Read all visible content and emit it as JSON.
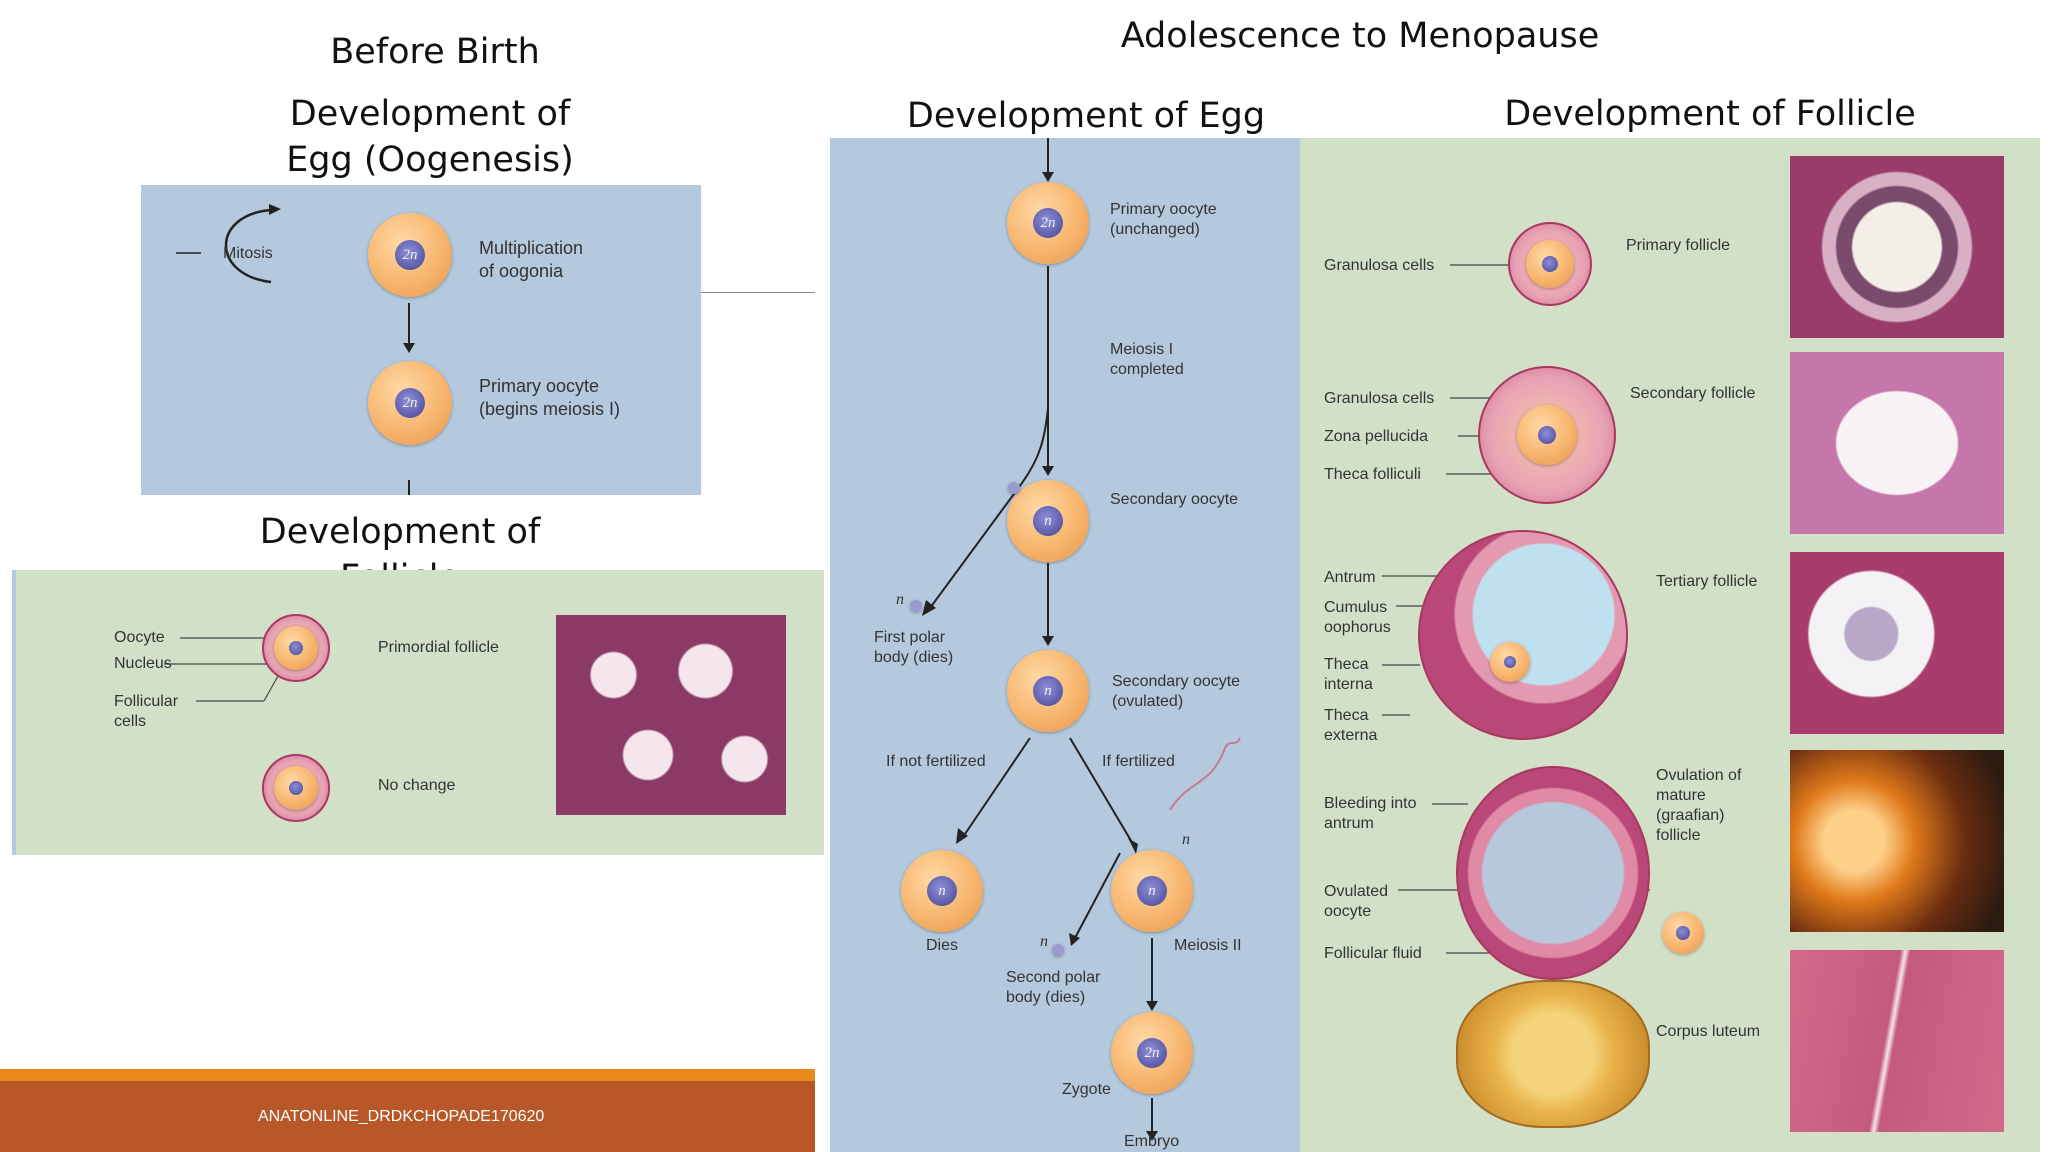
{
  "headings": {
    "before_birth": "Before Birth",
    "adolescence": "Adolescence to Menopause",
    "left_oogenesis": "Development of\nEgg (Oogenesis)",
    "left_follicle": "Development of Follicle",
    "right_oogenesis": "Development of Egg (Oogenesis)",
    "right_follicle": "Development of Follicle"
  },
  "left_oogenesis_panel": {
    "mitosis": "Mitosis",
    "cell1_ploidy": "2n",
    "cell1_label": "Multiplication\nof oogonia",
    "cell2_ploidy": "2n",
    "cell2_label": "Primary oocyte\n(begins meiosis I)"
  },
  "left_follicle_panel": {
    "oocyte": "Oocyte",
    "nucleus": "Nucleus",
    "follicular_cells": "Follicular\ncells",
    "primordial_follicle": "Primordial follicle",
    "no_change": "No change"
  },
  "right_oogenesis_panel": {
    "primary_oocyte_ploidy": "2n",
    "primary_oocyte": "Primary oocyte\n(unchanged)",
    "meiosis1": "Meiosis I\ncompleted",
    "secondary_oocyte_ploidy": "n",
    "secondary_oocyte": "Secondary oocyte",
    "first_polar_n": "n",
    "first_polar": "First polar\nbody (dies)",
    "ovulated_ploidy": "n",
    "secondary_ovulated": "Secondary oocyte\n(ovulated)",
    "if_not_fertilized": "If not fertilized",
    "if_fertilized": "If fertilized",
    "dies_ploidy": "n",
    "dies": "Dies",
    "sperm_n": "n",
    "fert_ploidy": "n",
    "second_polar_n": "n",
    "second_polar": "Second polar\nbody (dies)",
    "meiosis2": "Meiosis II",
    "zygote_ploidy": "2n",
    "zygote": "Zygote",
    "embryo": "Embryo"
  },
  "right_follicle_panel": {
    "granulosa1": "Granulosa cells",
    "primary_follicle": "Primary follicle",
    "granulosa2": "Granulosa cells",
    "zona": "Zona pellucida",
    "theca_folliculi": "Theca folliculi",
    "secondary_follicle": "Secondary follicle",
    "antrum": "Antrum",
    "cumulus": "Cumulus\noophorus",
    "theca_interna": "Theca\ninterna",
    "theca_externa": "Theca\nexterna",
    "tertiary_follicle": "Tertiary follicle",
    "bleeding": "Bleeding into\nantrum",
    "ovulated_oocyte": "Ovulated\noocyte",
    "follicular_fluid": "Follicular fluid",
    "ovulation": "Ovulation of\nmature\n(graafian)\nfollicle",
    "corpus_luteum": "Corpus luteum"
  },
  "footer": {
    "text": "ANATONLINE_DRDKCHOPADE170620"
  },
  "colors": {
    "blue_panel": "#b4c9dd",
    "green_panel": "#d3e0c8",
    "footer_orange": "#e8891a",
    "footer_rust": "#b85829"
  }
}
